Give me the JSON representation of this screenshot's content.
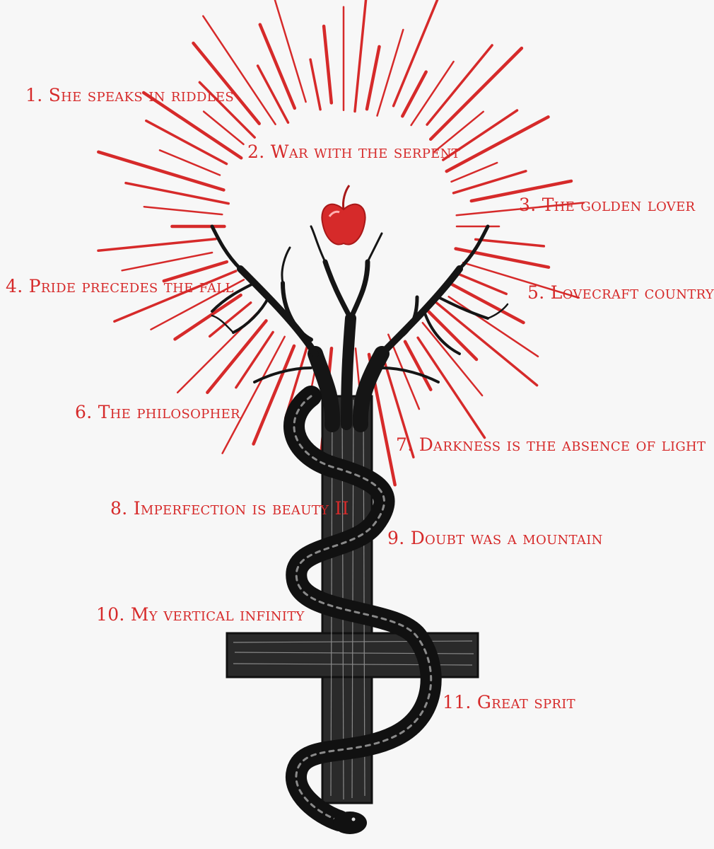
{
  "colors": {
    "accent": "#d62a2a",
    "ink": "#1b1b1b",
    "background": "#f7f7f7"
  },
  "tracklist": [
    "1. She speaks in riddles",
    "2. War with the serpent",
    "3. The golden lover",
    "4. Pride precedes the fall",
    "5. Lovecraft country",
    "6. The philosopher",
    "7. Darkness is the absence of light",
    "8. Imperfection is beauty II",
    "9. Doubt was a mountain",
    "10. My vertical infinity",
    "11. Great sprit"
  ],
  "illustration": {
    "elements": [
      "red-rays",
      "apple",
      "bare-tree",
      "inverted-cross",
      "serpent"
    ]
  }
}
